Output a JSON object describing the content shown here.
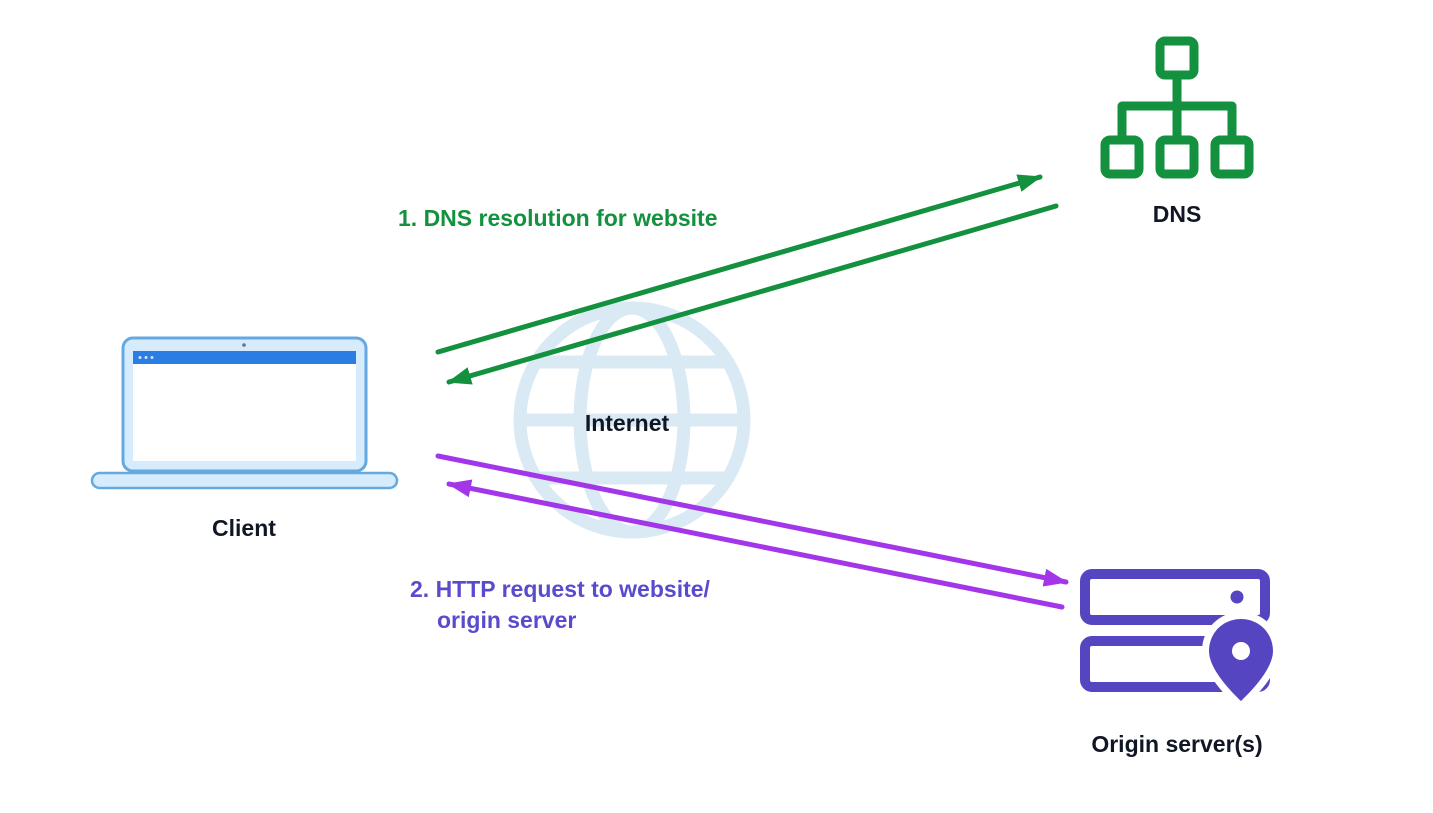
{
  "page": {
    "background": "#ffffff"
  },
  "diagram": {
    "nodes": {
      "client": {
        "label": "Client"
      },
      "internet": {
        "label": "Internet"
      },
      "dns": {
        "label": "DNS"
      },
      "origin": {
        "label": "Origin server(s)"
      }
    },
    "flows": {
      "dns_resolution": {
        "step": "1",
        "label": "1. DNS resolution for website",
        "color": "#13913f",
        "direction": "bidirectional",
        "from": "Client",
        "to": "DNS"
      },
      "http_request": {
        "step": "2",
        "label_line1": "2. HTTP request to website/",
        "label_line2": "origin server",
        "color": "#a336e8",
        "text_color": "#5a4bce",
        "direction": "bidirectional",
        "from": "Client",
        "to": "Origin server(s)"
      }
    },
    "colors": {
      "dns_green": "#13913f",
      "arrow_purple": "#a336e8",
      "server_purple": "#5645c0",
      "http_text_purple": "#5a4bce",
      "globe_blue": "#d9eaf5",
      "laptop_fill": "#d6ecfd",
      "laptop_border": "#64a9e0",
      "laptop_titlebar": "#2a7de2",
      "node_label_text": "#101623"
    }
  }
}
